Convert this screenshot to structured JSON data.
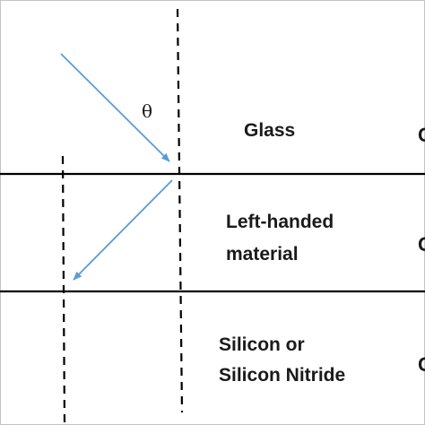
{
  "layers": {
    "glass": {
      "label": "Glass",
      "edge_glyph": "C"
    },
    "lhm": {
      "label_line1": "Left-handed",
      "label_line2": "material",
      "edge_glyph": "C"
    },
    "substrate": {
      "label_line1": "Silicon or",
      "label_line2": "Silicon Nitride",
      "edge_glyph": "C"
    }
  },
  "angle_symbol": "θ",
  "colors": {
    "ray": "#5b9bd5",
    "lines": "#000000",
    "border": "#b8b8b8",
    "text": "#1a1a1a"
  }
}
